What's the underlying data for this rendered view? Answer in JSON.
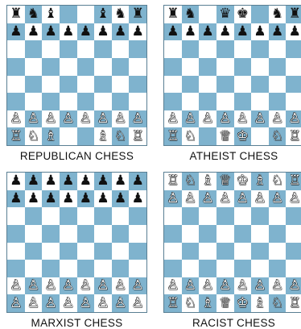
{
  "pieces": {
    "K": "♔",
    "Q": "♕",
    "R": "♖",
    "B": "♗",
    "N": "♘",
    "P": "♙",
    "k": "♚",
    "q": "♛",
    "r": "♜",
    "b": "♝",
    "n": "♞",
    "p": "♟"
  },
  "boards": [
    {
      "caption": "REPUBLICAN CHESS",
      "rows": [
        "rnb..bnr",
        "pppppppp",
        "........",
        "........",
        "........",
        "........",
        "PPPPPPPP",
        "RNB..BNR"
      ]
    },
    {
      "caption": "ATHEIST CHESS",
      "rows": [
        "rn.qk.nr",
        "pppppppp",
        "........",
        "........",
        "........",
        "........",
        "PPPPPPPP",
        "RN.QK.NR"
      ]
    },
    {
      "caption": "MARXIST CHESS",
      "rows": [
        "pppppppp",
        "pppppppp",
        "........",
        "........",
        "........",
        "........",
        "PPPPPPPP",
        "PPPPPPPP"
      ]
    },
    {
      "caption": "RACIST CHESS",
      "rows": [
        "RNBQKBNR",
        "PPPPPPPP",
        "........",
        "........",
        "........",
        "........",
        "PPPPPPPP",
        "RNBQKBNR"
      ]
    }
  ]
}
